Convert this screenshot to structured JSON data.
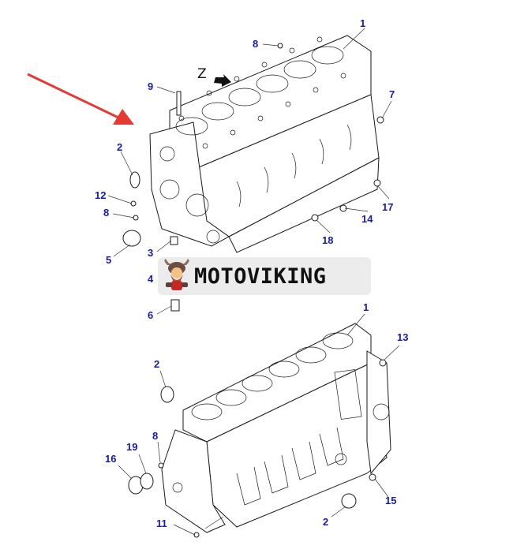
{
  "view_label": "Z",
  "watermark": {
    "brand": "MOTOVIKING",
    "logo_icon": "viking-mascot-icon"
  },
  "colors": {
    "callout": "#1a1aa8",
    "arrow": "#e53935",
    "line": "#1a1a1a",
    "watermark_bg": "#ececec"
  },
  "callouts_top": [
    "1",
    "8",
    "9",
    "7",
    "2",
    "12",
    "8",
    "5",
    "3",
    "4",
    "6",
    "17",
    "14",
    "18"
  ],
  "callouts_bottom": [
    "1",
    "13",
    "2",
    "8",
    "19",
    "16",
    "11",
    "15",
    "2"
  ]
}
